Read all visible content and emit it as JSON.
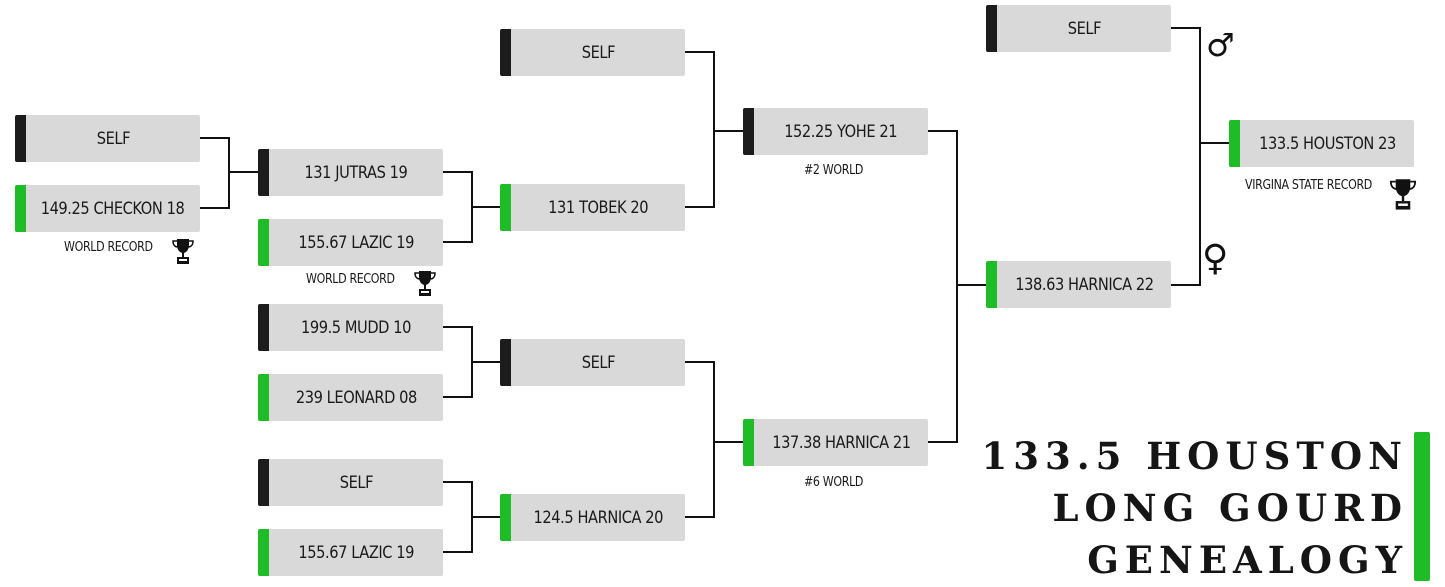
{
  "nodes": {
    "g4_self": "SELF",
    "g4_checkon": "149.25 CHECKON 18",
    "g3_jutras": "131 JUTRAS 19",
    "g3_lazic": "155.67 LAZIC 19",
    "g3_mudd": "199.5 MUDD 10",
    "g3_leonard": "239 LEONARD 08",
    "g3_self": "SELF",
    "g3_lazic2": "155.67 LAZIC 19",
    "g2_self_top": "SELF",
    "g2_tobek": "131 TOBEK 20",
    "g2_self_mid": "SELF",
    "g2_harnica20": "124.5 HARNICA 20",
    "g1_yohe": "152.25 YOHE 21",
    "g1_harnica21": "137.38 HARNICA 21",
    "p_self": "SELF",
    "p_harnica22": "138.63 HARNICA 22",
    "subject": "133.5 HOUSTON 23"
  },
  "captions": {
    "checkon": "WORLD RECORD",
    "lazic": "WORLD RECORD",
    "yohe": "#2 WORLD",
    "harnica21": "#6 WORLD",
    "houston": "VIRGINA STATE RECORD"
  },
  "symbols": {
    "male": "♂",
    "female": "♀"
  },
  "title": {
    "line1": "133.5 HOUSTON",
    "line2": "LONG GOURD",
    "line3": "GENEALOGY"
  },
  "colors": {
    "green": "#1ebc26",
    "black": "#1c1c1c",
    "box": "#d9d9d9"
  }
}
